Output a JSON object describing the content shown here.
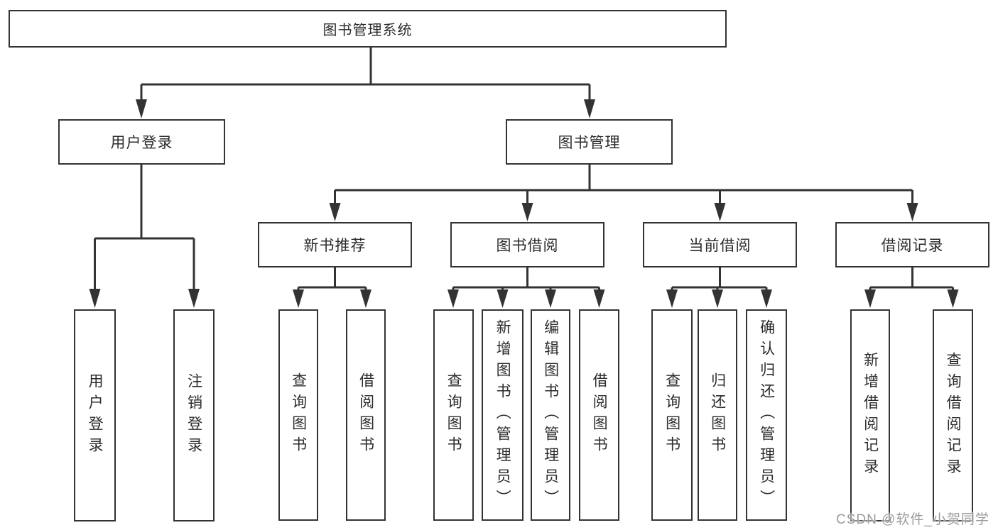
{
  "diagram": {
    "root": {
      "label": "图书管理系统"
    },
    "branches": [
      {
        "label": "用户登录",
        "children": [
          {
            "label": "用户登录"
          },
          {
            "label": "注销登录"
          }
        ]
      },
      {
        "label": "图书管理",
        "children": [
          {
            "label": "新书推荐",
            "children": [
              {
                "label": "查询图书"
              },
              {
                "label": "借阅图书"
              }
            ]
          },
          {
            "label": "图书借阅",
            "children": [
              {
                "label": "查询图书"
              },
              {
                "label": "新增图书（管理员）"
              },
              {
                "label": "编辑图书（管理员）"
              },
              {
                "label": "借阅图书"
              }
            ]
          },
          {
            "label": "当前借阅",
            "children": [
              {
                "label": "查询图书"
              },
              {
                "label": "归还图书"
              },
              {
                "label": "确认归还（管理员）"
              }
            ]
          },
          {
            "label": "借阅记录",
            "children": [
              {
                "label": "新增借阅记录"
              },
              {
                "label": "查询借阅记录"
              }
            ]
          }
        ]
      }
    ]
  },
  "watermark": {
    "text": "CSDN @软件_小贺同学"
  },
  "colors": {
    "line": "#333333",
    "box_border": "#333333",
    "text": "#2b2b2b",
    "watermark": "#9b9b9b",
    "background": "#ffffff"
  }
}
